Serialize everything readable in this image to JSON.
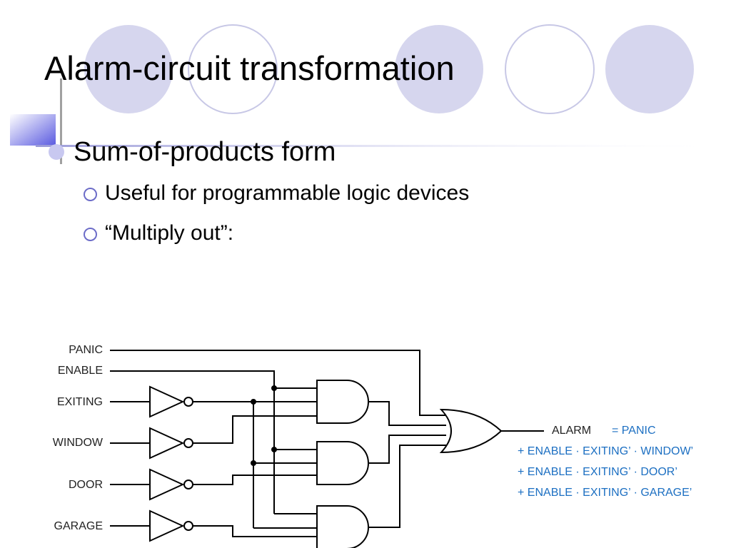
{
  "slide": {
    "title": "Alarm-circuit transformation",
    "bullets": [
      {
        "text": "Sum-of-products form",
        "subbullets": [
          "Useful for programmable logic devices",
          "“Multiply out”:"
        ]
      }
    ]
  },
  "diagram": {
    "inputs": [
      "PANIC",
      "ENABLE",
      "EXITING",
      "WINDOW",
      "DOOR",
      "GARAGE"
    ],
    "output": "ALARM",
    "equation": [
      "= PANIC",
      "+ ENABLE · EXITING’ · WINDOW’",
      "+ ENABLE · EXITING’ · DOOR’",
      "+ ENABLE · EXITING’ · GARAGE’"
    ]
  },
  "colors": {
    "accent": "#d6d6ee",
    "circle_outline": "#c8c8e6",
    "equation": "#1c6fc2"
  }
}
